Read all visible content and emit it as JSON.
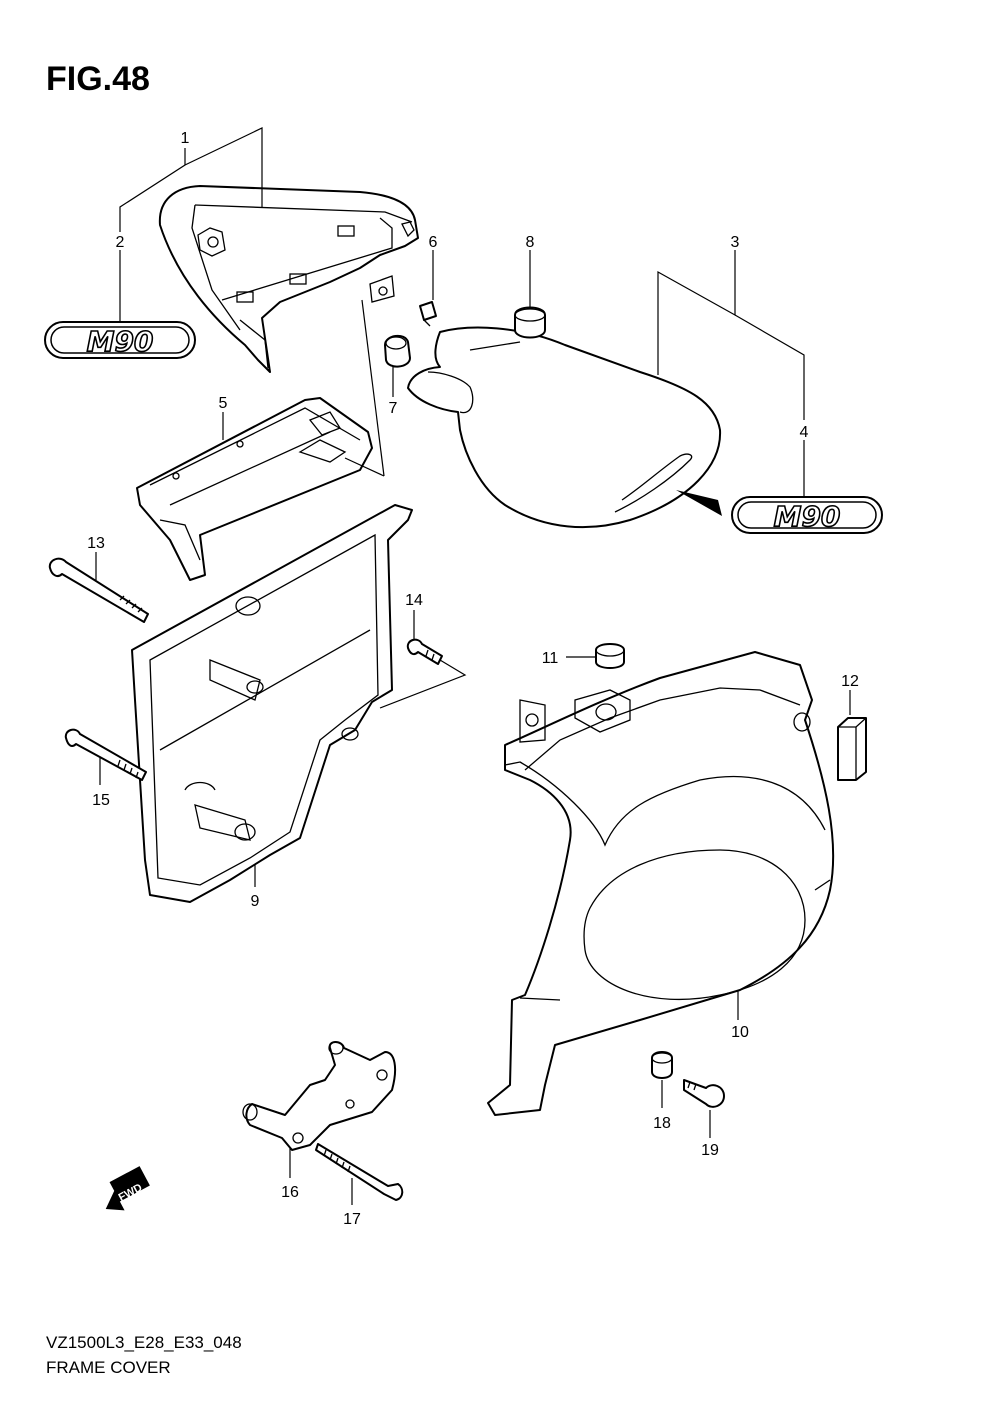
{
  "figure": {
    "title": "FIG.48",
    "model_code": "VZ1500L3_E28_E33_048",
    "section_name": "FRAME COVER"
  },
  "callouts": [
    "1",
    "2",
    "3",
    "4",
    "5",
    "6",
    "7",
    "8",
    "9",
    "10",
    "11",
    "12",
    "13",
    "14",
    "15",
    "16",
    "17",
    "18",
    "19"
  ],
  "emblem_text": "M90",
  "fwd_label": "FWD",
  "icons": [
    "fwd-arrow-icon"
  ]
}
